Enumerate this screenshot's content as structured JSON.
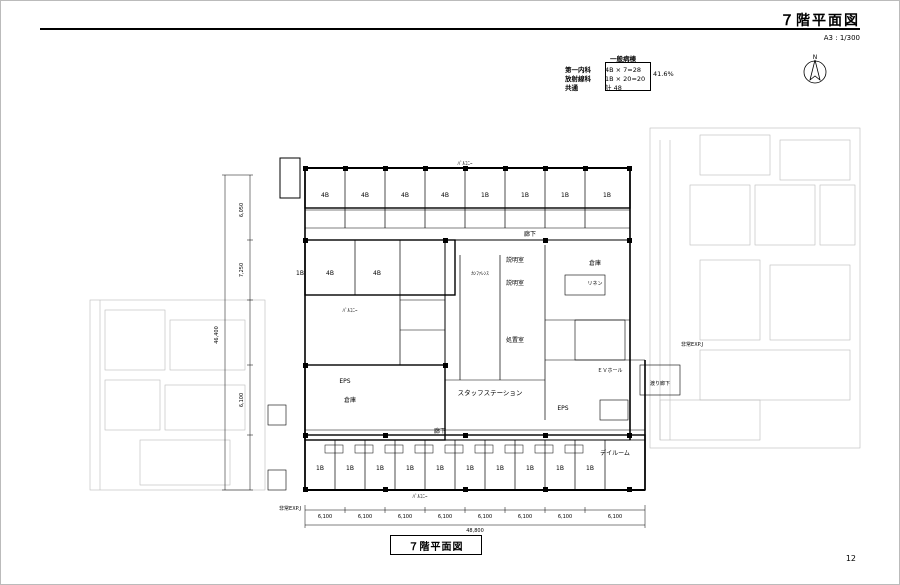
{
  "header": {
    "title": "７階平面図",
    "scale": "A3 : 1/300"
  },
  "legend": {
    "heading": "一般病棟",
    "rows": [
      {
        "dept": "第一内科",
        "calc": "4B × 7=28"
      },
      {
        "dept": "放射線科",
        "calc": "1B × 20=20"
      },
      {
        "dept": "共通",
        "calc": "計 48"
      }
    ],
    "ratio": "41.6%"
  },
  "compass": {
    "north": "N"
  },
  "caption": "７階平面図",
  "page_number": "12",
  "dimensions": {
    "bays": [
      "6,100",
      "6,100",
      "6,100",
      "6,100",
      "6,100",
      "6,100",
      "6,100",
      "6,100"
    ],
    "total": "48,800",
    "left_heights": [
      "6,050",
      "7,250",
      "6,100"
    ],
    "left_total": "46,400"
  },
  "rooms": {
    "north_row": [
      "4B",
      "4B",
      "4B",
      "4B",
      "1B",
      "1B",
      "1B",
      "1B"
    ],
    "south_row": [
      "1B",
      "1B",
      "1B",
      "1B",
      "1B",
      "1B",
      "1B",
      "1B",
      "1B",
      "1B",
      "1B"
    ],
    "balcony": "ﾊﾞﾙｺﾆｰ",
    "corridor": "廊下",
    "conference": "ｶﾝﾌｧﾚﾝｽ",
    "explain": "説明室",
    "staff_station": "スタッフステーション",
    "day_room": "デイルーム",
    "linen": "リネン",
    "storage": "倉庫",
    "eps": "EPS",
    "ev_hall": "ＥＶホール",
    "treatment": "処置室",
    "emergency_exit": "非常EXP.J",
    "bridge": "渡り廊下"
  }
}
